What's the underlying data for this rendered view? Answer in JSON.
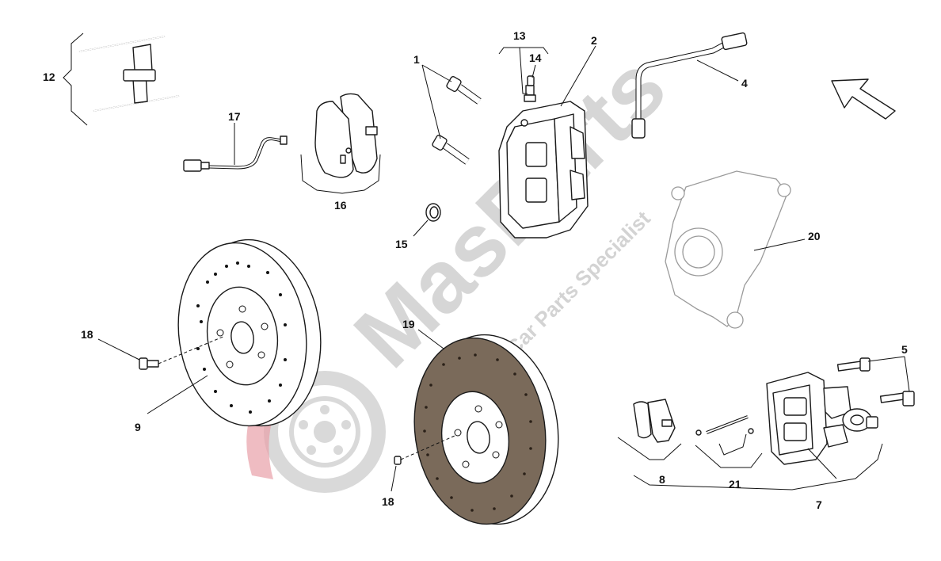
{
  "watermark": {
    "brand": "MasParts",
    "tagline": "Exclusive Car Parts Specialist"
  },
  "callouts": {
    "c1": "1",
    "c2": "2",
    "c4": "4",
    "c5": "5",
    "c7": "7",
    "c8": "8",
    "c9": "9",
    "c12": "12",
    "c13": "13",
    "c14": "14",
    "c15": "15",
    "c16": "16",
    "c17": "17",
    "c18a": "18",
    "c18b": "18",
    "c19": "19",
    "c20": "20",
    "c21": "21"
  },
  "colors": {
    "line": "#111111",
    "ghost_part": "#9a9a9a",
    "carbon_disc": "#7a6a5a",
    "watermark_grey": "#c9c9c9",
    "watermark_red": "#e8a0a8"
  },
  "icons": {
    "direction_arrow": "arrow-up-left-icon"
  }
}
